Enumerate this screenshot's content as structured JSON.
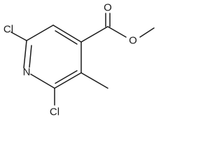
{
  "molecule": {
    "atoms": {
      "chlorine_top": "Cl",
      "chlorine_bottom": "Cl",
      "nitrogen": "N",
      "carbonyl_oxygen": "O",
      "ester_oxygen": "O"
    }
  }
}
